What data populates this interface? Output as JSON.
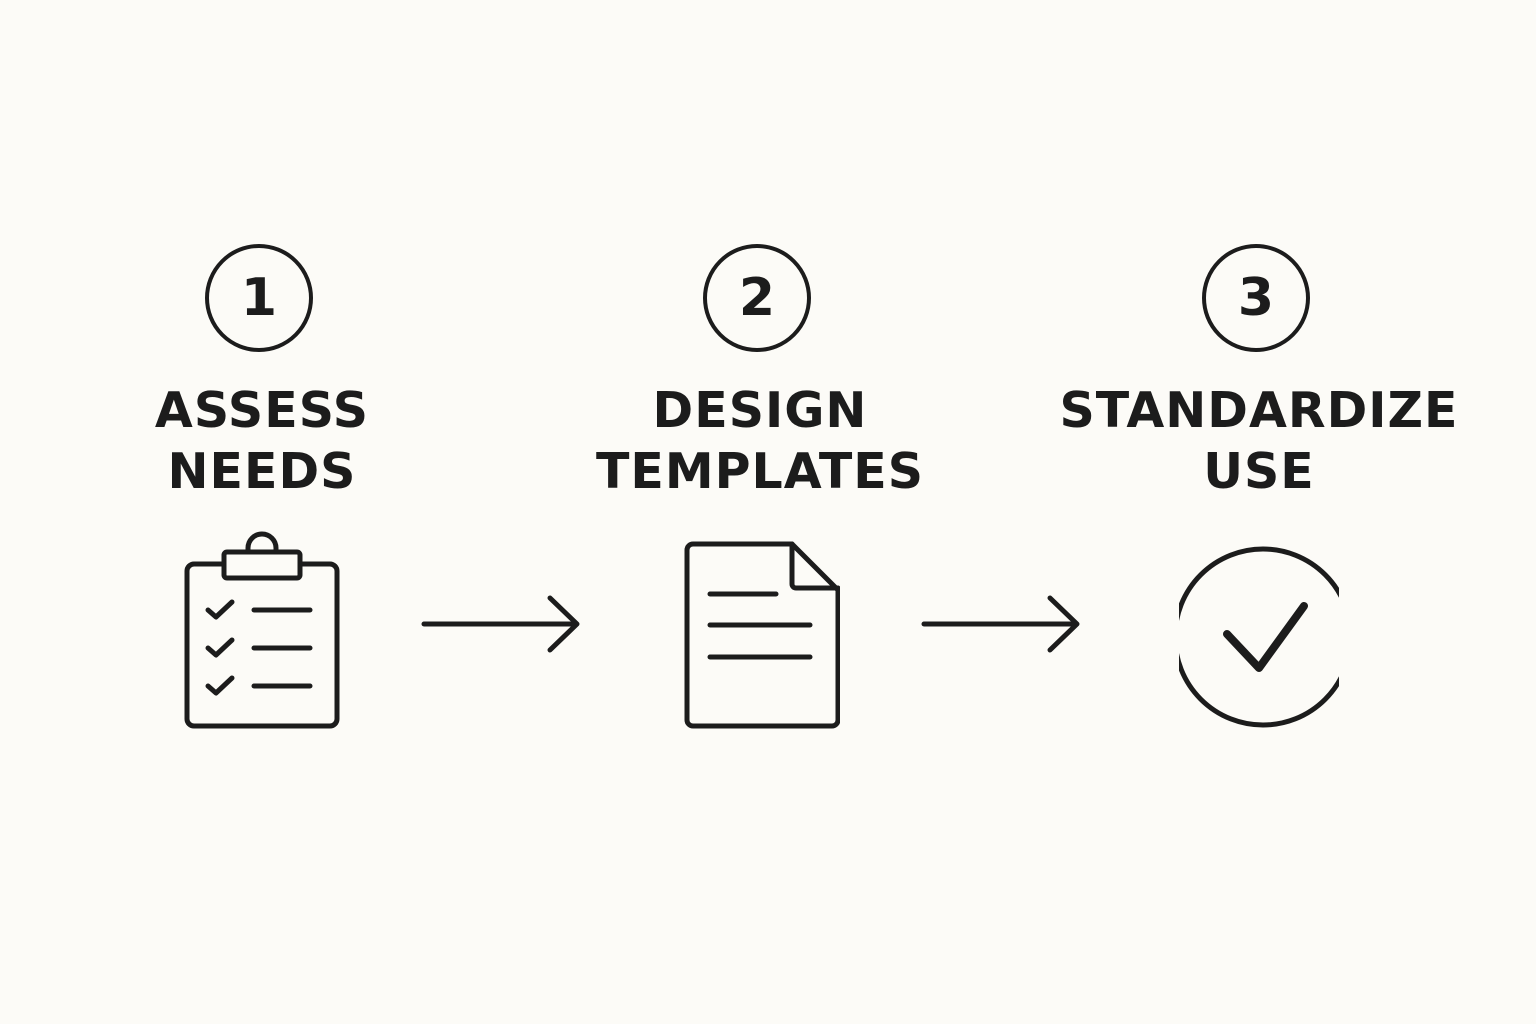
{
  "steps": [
    {
      "number": "1",
      "title_line1": "ASSESS",
      "title_line2": "NEEDS",
      "icon": "clipboard-checklist-icon"
    },
    {
      "number": "2",
      "title_line1": "DESIGN",
      "title_line2": "TEMPLATES",
      "icon": "document-icon"
    },
    {
      "number": "3",
      "title_line1": "STANDARDIZE",
      "title_line2": "USE",
      "icon": "check-circle-icon"
    }
  ],
  "connectors": [
    "right-arrow-icon",
    "right-arrow-icon"
  ],
  "colors": {
    "background": "#fcfbf7",
    "ink": "#1c1c1c"
  }
}
